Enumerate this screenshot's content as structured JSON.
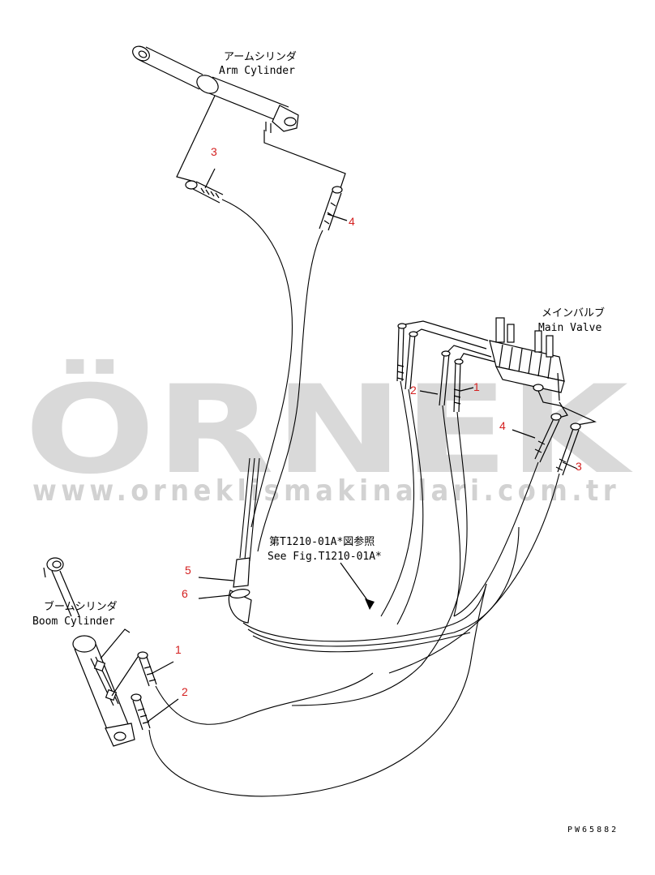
{
  "labels": {
    "arm_jp": "アームシリンダ",
    "arm_en": "Arm Cylinder",
    "main_jp": "メインバルブ",
    "main_en": "Main Valve",
    "boom_jp": "ブームシリンダ",
    "boom_en": "Boom Cylinder",
    "ref_jp": "第T1210-01A*図参照",
    "ref_en": "See Fig.T1210-01A*",
    "code": "PW65882"
  },
  "callouts": {
    "c3_top": "3",
    "c4_top": "4",
    "c2_right": "2",
    "c1_right": "1",
    "c4_right": "4",
    "c3_right": "3",
    "c5": "5",
    "c6": "6",
    "c1_bottom": "1",
    "c2_bottom": "2"
  },
  "watermark": {
    "brand": "ÖRNEK",
    "url": "www.orneklismakinalari.com.tr",
    "accent_color": "#f3d77a",
    "text_color": "#d9d9d9"
  },
  "colors": {
    "callout": "#d42020",
    "line": "#000000"
  }
}
